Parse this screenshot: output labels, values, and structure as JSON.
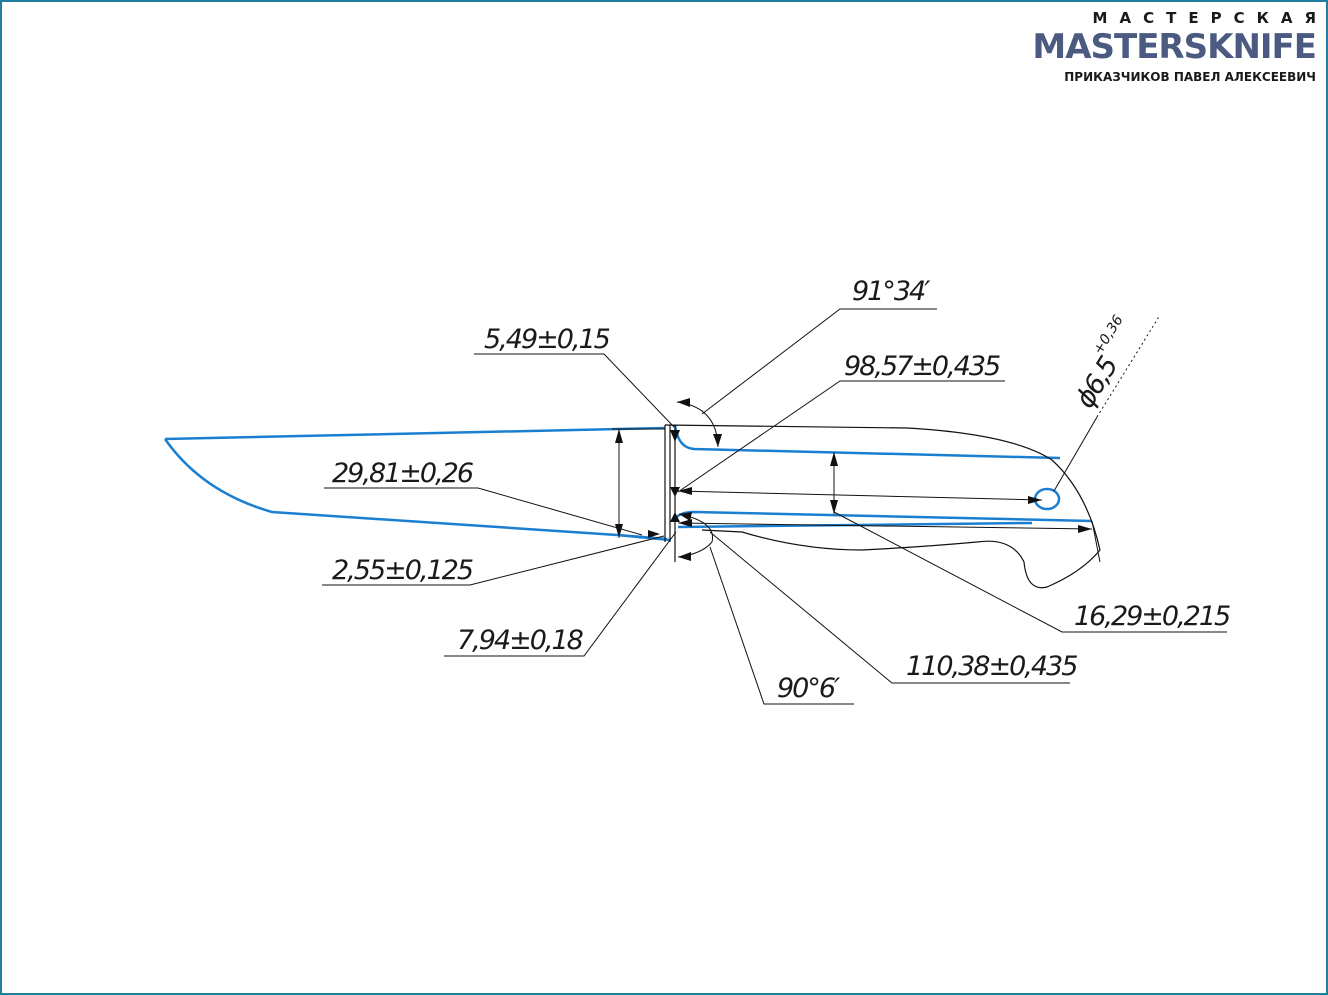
{
  "header": {
    "workshop": "МАСТЕРСКАЯ",
    "brand": "MASTERSKNIFE",
    "owner": "ПРИКАЗЧИКОВ ПАВЕЛ АЛЕКСЕЕВИЧ"
  },
  "dimensions": {
    "angle_top": "91°34′",
    "spine_thickness": "5,49±0,15",
    "handle_length": "98,57±0,435",
    "blade_height": "29,81±0,26",
    "edge_offset": "2,55±0,125",
    "guard_height": "7,94±0,18",
    "angle_bottom": "90°6′",
    "total_tang_length": "110,38±0,435",
    "tang_height": "16,29±0,215",
    "hole_diameter": "ϕ6,5",
    "hole_tolerance": "+0,36"
  },
  "colors": {
    "frame": "#1f7fa0",
    "blade_line": "#1a7fd0",
    "brand": "#4a5a80",
    "ink": "#111111"
  }
}
